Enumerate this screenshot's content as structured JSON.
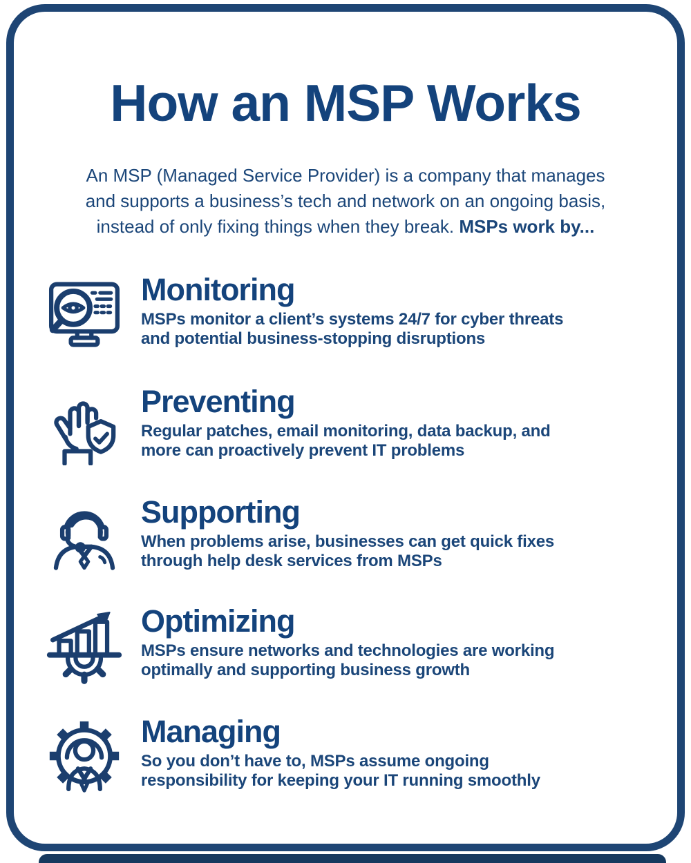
{
  "title": "How an MSP Works",
  "intro": {
    "line1": "An MSP (Managed Service Provider) is a company that manages",
    "line2": "and supports a business’s tech and network on an ongoing basis,",
    "line3_regular": "instead of only fixing things when they break. ",
    "line3_bold": "MSPs work by..."
  },
  "sections": [
    {
      "icon": "monitor-magnifier-icon",
      "heading": "Monitoring",
      "lines": [
        "MSPs monitor a client’s systems 24/7 for cyber threats",
        "and potential business-stopping disruptions"
      ]
    },
    {
      "icon": "hand-shield-icon",
      "heading": "Preventing",
      "lines": [
        "Regular patches, email monitoring, data backup, and",
        "more can proactively prevent IT problems"
      ]
    },
    {
      "icon": "support-agent-icon",
      "heading": "Supporting",
      "lines": [
        "When problems arise, businesses can get quick fixes",
        "through help desk services from MSPs"
      ]
    },
    {
      "icon": "growth-chart-gear-icon",
      "heading": "Optimizing",
      "lines": [
        "MSPs ensure networks and technologies are working",
        "optimally and supporting business growth"
      ]
    },
    {
      "icon": "gear-person-icon",
      "heading": "Managing",
      "lines": [
        "So you don’t have to, MSPs assume ongoing",
        "responsibility for keeping your IT running smoothly"
      ]
    }
  ],
  "colors": {
    "navy_heading": "#14437c",
    "navy_body": "#1b4679",
    "navy_border": "#1e4574",
    "navy_icon": "#1b3e6e",
    "navy_bottom_bar": "#16395f",
    "background": "#ffffff"
  }
}
